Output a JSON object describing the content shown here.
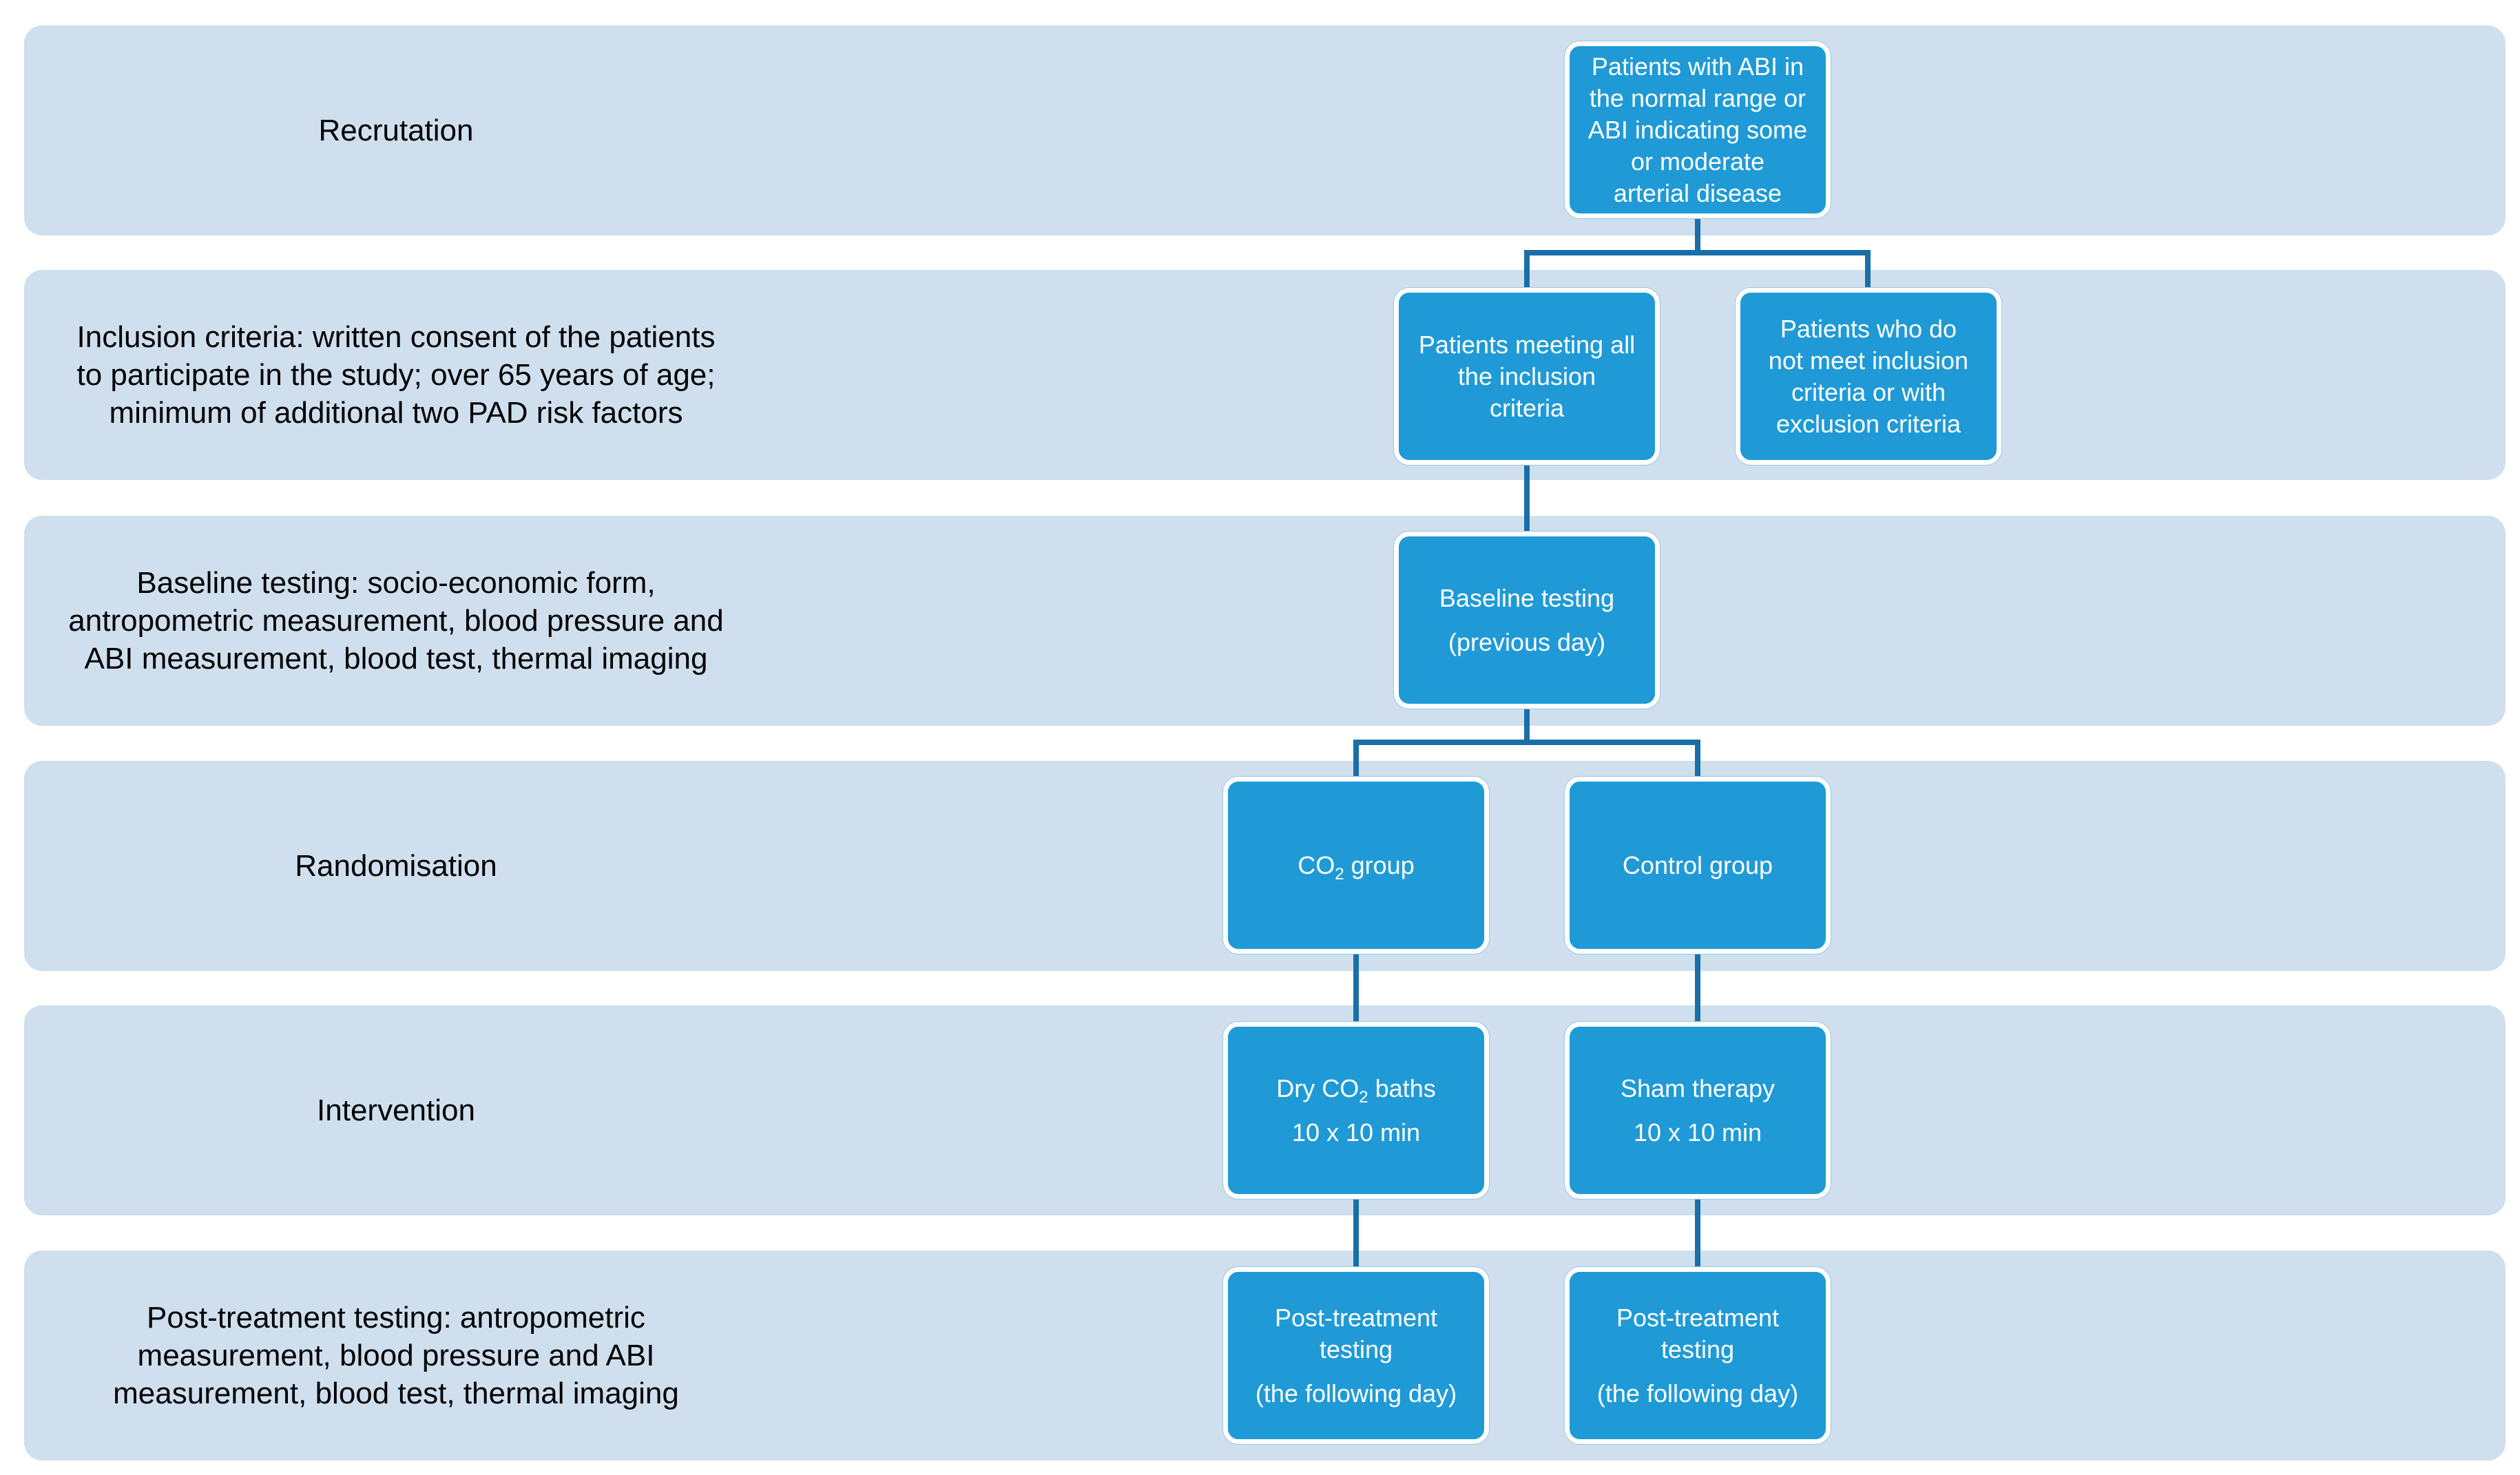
{
  "colors": {
    "band": "#cfdfee",
    "box": "#1f9ad6",
    "connector": "#1a6fa8",
    "box_text": "#ffffff"
  },
  "bands": [
    {
      "label": "Recrutation"
    },
    {
      "label": "Inclusion criteria: written consent of the patients\nto participate in the study; over 65 years of age;\nminimum of additional two PAD risk factors"
    },
    {
      "label": "Baseline testing: socio-economic form,\nantropometric measurement, blood pressure and\nABI measurement, blood test, thermal imaging"
    },
    {
      "label": "Randomisation"
    },
    {
      "label": "Intervention"
    },
    {
      "label": "Post-treatment testing: antropometric\nmeasurement, blood pressure and ABI\nmeasurement, blood test, thermal imaging"
    }
  ],
  "boxes": {
    "patients_abi": "Patients with ABI in\nthe normal range or\nABI indicating some\nor moderate\narterial disease",
    "meeting_criteria": "Patients meeting all\nthe inclusion\ncriteria",
    "not_meeting": "Patients who do\nnot meet inclusion\ncriteria or with\nexclusion criteria",
    "baseline": {
      "title": "Baseline testing",
      "note": "(previous day)"
    },
    "co2_group": {
      "prefix": "CO",
      "sub": "2",
      "suffix": " group"
    },
    "control_group": "Control group",
    "dry_baths": {
      "prefix": "Dry CO",
      "sub": "2",
      "suffix": " baths",
      "note": "10 x 10 min"
    },
    "sham": {
      "title": "Sham therapy",
      "note": "10 x 10 min"
    },
    "post_co2": {
      "title": "Post-treatment\ntesting",
      "note": "(the following day)"
    },
    "post_control": {
      "title": "Post-treatment\ntesting",
      "note": "(the following day)"
    }
  }
}
